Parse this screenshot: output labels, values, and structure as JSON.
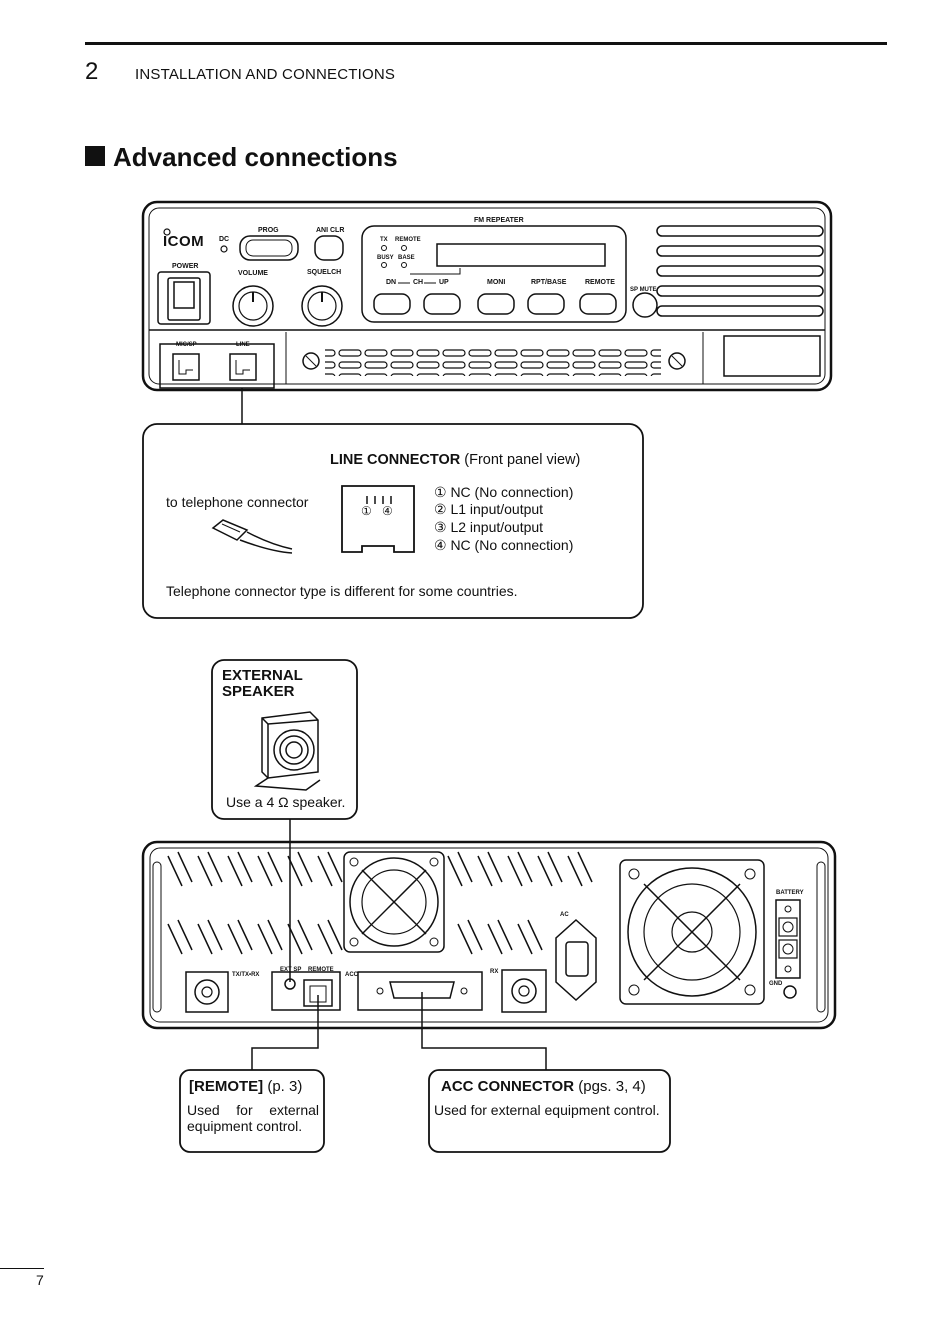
{
  "header": {
    "chapter_number": "2",
    "chapter_title": "INSTALLATION AND CONNECTIONS"
  },
  "section": {
    "title": "Advanced connections"
  },
  "front_panel": {
    "brand": "ICOM",
    "labels": {
      "dc": "DC",
      "prog": "PROG",
      "ani_clr": "ANI CLR",
      "fm_repeater": "FM REPEATER",
      "tx": "TX",
      "remote_led": "REMOTE",
      "busy": "BUSY",
      "base": "BASE",
      "power": "POWER",
      "volume": "VOLUME",
      "squelch": "SQUELCH",
      "dn": "DN",
      "ch": "CH",
      "up": "UP",
      "moni": "MONI",
      "rpt_base": "RPT/BASE",
      "remote_btn": "REMOTE",
      "sp_mute": "SP MUTE",
      "mic_sp": "MIC/SP",
      "line": "LINE"
    }
  },
  "line_connector": {
    "title": "LINE CONNECTOR",
    "subtitle": "(Front panel view)",
    "left_text": "to telephone connector",
    "pin_marks": [
      "①",
      "④"
    ],
    "pins": [
      "① NC (No connection)",
      "② L1 input/output",
      "③ L2 input/output",
      "④ NC (No connection)"
    ],
    "note": "Telephone connector type is different for some countries."
  },
  "external_speaker": {
    "title_line1": "EXTERNAL",
    "title_line2": "SPEAKER",
    "caption": "Use a 4 Ω speaker."
  },
  "rear_panel": {
    "labels": {
      "battery": "BATTERY",
      "ac": "AC",
      "tx_rx": "TX/TX•RX",
      "ext_sp": "EXT SP",
      "remote": "REMOTE",
      "acc": "ACC",
      "rx": "RX",
      "gnd": "GND"
    }
  },
  "remote_box": {
    "title": "[REMOTE]",
    "ref": "(p. 3)",
    "line1": "Used for external",
    "line2": "equipment control."
  },
  "acc_box": {
    "title": "ACC CONNECTOR",
    "ref": "(pgs. 3, 4)",
    "text": "Used for external equipment control."
  },
  "page_number": "7"
}
